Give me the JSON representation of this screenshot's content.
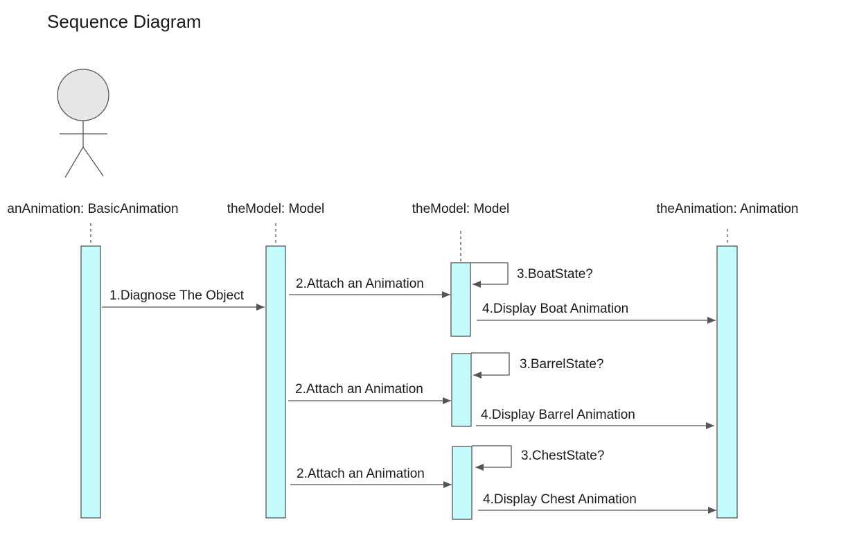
{
  "title": "Sequence Diagram",
  "participants": [
    {
      "id": "p1",
      "label": "anAnimation: BasicAnimation"
    },
    {
      "id": "p2",
      "label": "theModel: Model"
    },
    {
      "id": "p3",
      "label": "theModel: Model"
    },
    {
      "id": "p4",
      "label": "theAnimation: Animation"
    }
  ],
  "messages": [
    {
      "label": "1.Diagnose The Object"
    },
    {
      "label": "2.Attach an Animation"
    },
    {
      "label": "3.BoatState?"
    },
    {
      "label": "4.Display Boat Animation"
    },
    {
      "label": "3.BarrelState?"
    },
    {
      "label": "2.Attach an Animation"
    },
    {
      "label": "4.Display Barrel Animation"
    },
    {
      "label": "3.ChestState?"
    },
    {
      "label": "2.Attach an Animation"
    },
    {
      "label": "4.Display Chest Animation"
    }
  ],
  "colors": {
    "activation_fill": "#c4fcfe",
    "line": "#555555",
    "actor_head_fill": "#e6e6e6"
  },
  "icons": {
    "actor": "actor-stick-figure-icon"
  }
}
